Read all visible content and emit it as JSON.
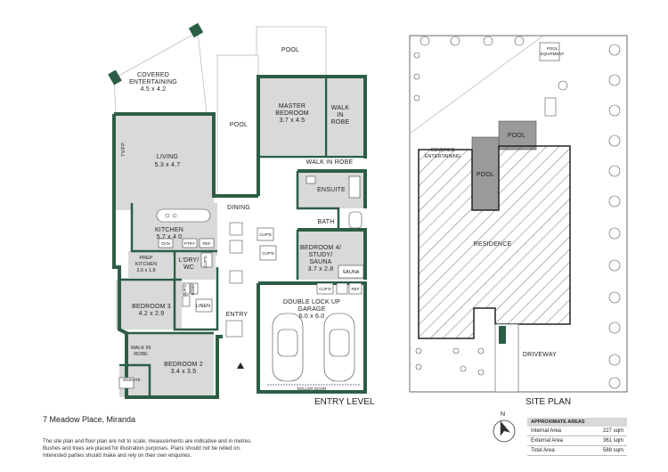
{
  "floor_plan": {
    "rooms": {
      "pool_top": "POOL",
      "pool_side": "POOL",
      "covered_entertaining": "COVERED",
      "covered_entertaining_2": "ENTERTAINING",
      "covered_dims": "4.5 x 4.2",
      "master_bedroom": "MASTER",
      "master_bedroom_2": "BEDROOM",
      "master_dims": "3.7 x 4.5",
      "walk_in_robe": "WALK",
      "walk_in_robe_2": "IN",
      "walk_in_robe_3": "ROBE",
      "walk_in_robe_long": "WALK IN ROBE",
      "living": "LIVING",
      "living_dims": "5.3 x 4.7",
      "tv_fp": "TV/FP",
      "ensuite": "ENSUITE",
      "dining": "DINING",
      "bath": "BATH",
      "kitchen": "KITCHEN",
      "kitchen_dims": "5.7 x 4.0",
      "oven": "OVN",
      "pantry": "PTRY",
      "ref": "REF",
      "cupd_a": "CUP'D",
      "cupd_b": "CUP'D",
      "cupd_c": "CUP'D",
      "cupd_d": "CUP'D",
      "bedroom4": "BEDROOM 4/",
      "bedroom4_2": "STUDY/",
      "bedroom4_3": "SAUNA",
      "bedroom4_dims": "3.7 x 2.8",
      "sauna": "SAUNA",
      "prep_kitchen": "PREP",
      "prep_kitchen_2": "KITCHEN",
      "prep_dims": "2.6 x 1.8",
      "laundry": "L'DRY/",
      "laundry_2": "WC",
      "bedroom3": "BEDROOM 3",
      "bedroom3_dims": "4.2 x 2.9",
      "linen": "LINEN",
      "robe": "ROBE",
      "entry": "ENTRY",
      "garage": "DOUBLE LOCK UP",
      "garage_2": "GARAGE",
      "garage_dims": "6.0 x 6.0",
      "cupd_garage": "CUP'D",
      "ref_garage": "REF",
      "roller_door": "ROLLER DOOR",
      "walk_in_robe_b2": "WALK IN",
      "walk_in_robe_b2_2": "ROBE",
      "bedroom2": "BEDROOM 2",
      "bedroom2_dims": "3.4 x 3.5",
      "ensuite_b2": "ENSUITE"
    },
    "level_title": "ENTRY LEVEL"
  },
  "site_plan": {
    "pool_equipment": "POOL",
    "pool_equipment_2": "EQUIPMENT",
    "pool_a": "POOL",
    "pool_b": "POOL",
    "covered": "COVERED",
    "entertaining": "ENTERTAINING",
    "residence": "RESIDENCE",
    "driveway": "DRIVEWAY",
    "title": "SITE PLAN"
  },
  "address": "7 Meadow Place, Miranda",
  "disclaimer": [
    "The site plan and floor plan are not to scale; measurements are indicative and in metres.",
    "Bushes and trees are placed for illustration purposes. Plans should not be relied on.",
    "Interested parties should make and rely on their own enquiries."
  ],
  "north_label": "N",
  "areas": {
    "header": "APPROXIMATE AREAS",
    "rows": [
      {
        "label": "Internal Area",
        "value": "227 sqm"
      },
      {
        "label": "External Area",
        "value": "361 sqm"
      },
      {
        "label": "Total Area",
        "value": "588 sqm"
      }
    ]
  },
  "colors": {
    "wall": "#2c5e45",
    "room_fill": "#d9d9d9",
    "pool": "#9a9a9a",
    "hatch": "#333333"
  }
}
